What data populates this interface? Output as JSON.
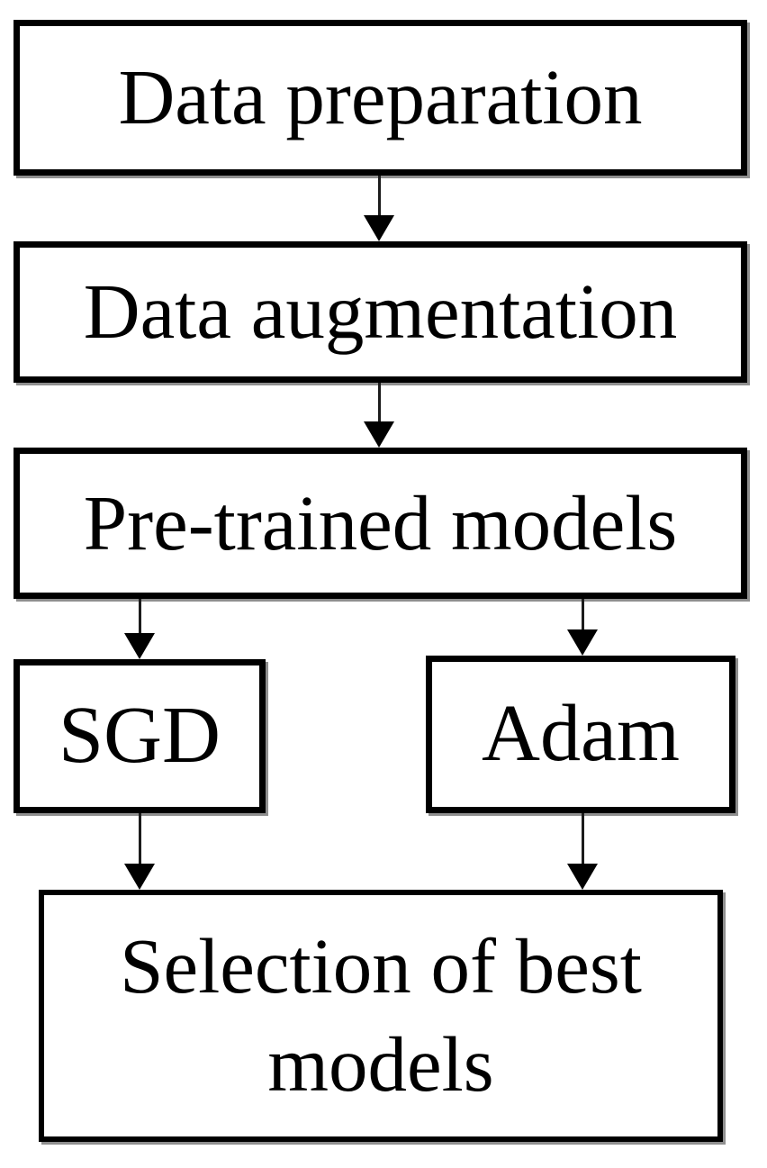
{
  "diagram": {
    "type": "flowchart",
    "nodes": [
      {
        "id": "data-preparation",
        "label": "Data preparation"
      },
      {
        "id": "data-augmentation",
        "label": "Data augmentation"
      },
      {
        "id": "pretrained-models",
        "label": "Pre-trained models"
      },
      {
        "id": "sgd",
        "label": "SGD"
      },
      {
        "id": "adam",
        "label": "Adam"
      },
      {
        "id": "selection-best-models",
        "label": "Selection of best models"
      }
    ],
    "edges": [
      {
        "from": "data-preparation",
        "to": "data-augmentation"
      },
      {
        "from": "data-augmentation",
        "to": "pretrained-models"
      },
      {
        "from": "pretrained-models",
        "to": "sgd"
      },
      {
        "from": "pretrained-models",
        "to": "adam"
      },
      {
        "from": "sgd",
        "to": "selection-best-models"
      },
      {
        "from": "adam",
        "to": "selection-best-models"
      }
    ],
    "colors": {
      "box_border": "#000000",
      "box_fill": "#ffffff",
      "text": "#000000",
      "arrow": "#000000",
      "border_shadow": "#8f8f8f",
      "background": "#ffffff"
    }
  }
}
